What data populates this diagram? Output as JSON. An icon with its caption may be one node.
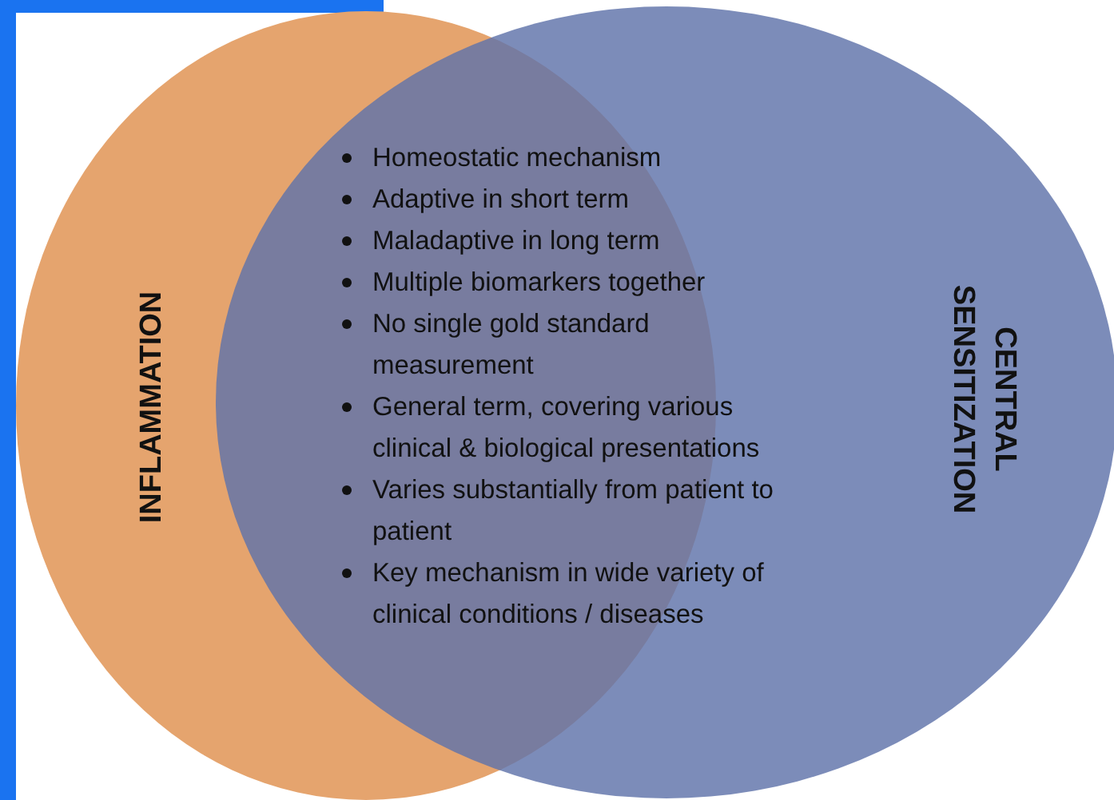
{
  "diagram": {
    "nodes": [
      {
        "text": [
          "INFLAMMATION"
        ]
      },
      {
        "text": [
          "CENTRAL SENSITIZATION"
        ]
      }
    ],
    "edges": [],
    "labels": [
      "Homeostatic mechanism",
      "Adaptive in short term",
      "Maladaptive in long term",
      "Multiple biomarkers together",
      "No single gold standard measurement",
      "General term, covering various clinical & biological presentations",
      "Varies substantially from patient to patient",
      "Key mechanism in wide variety of clinical conditions / diseases"
    ]
  }
}
